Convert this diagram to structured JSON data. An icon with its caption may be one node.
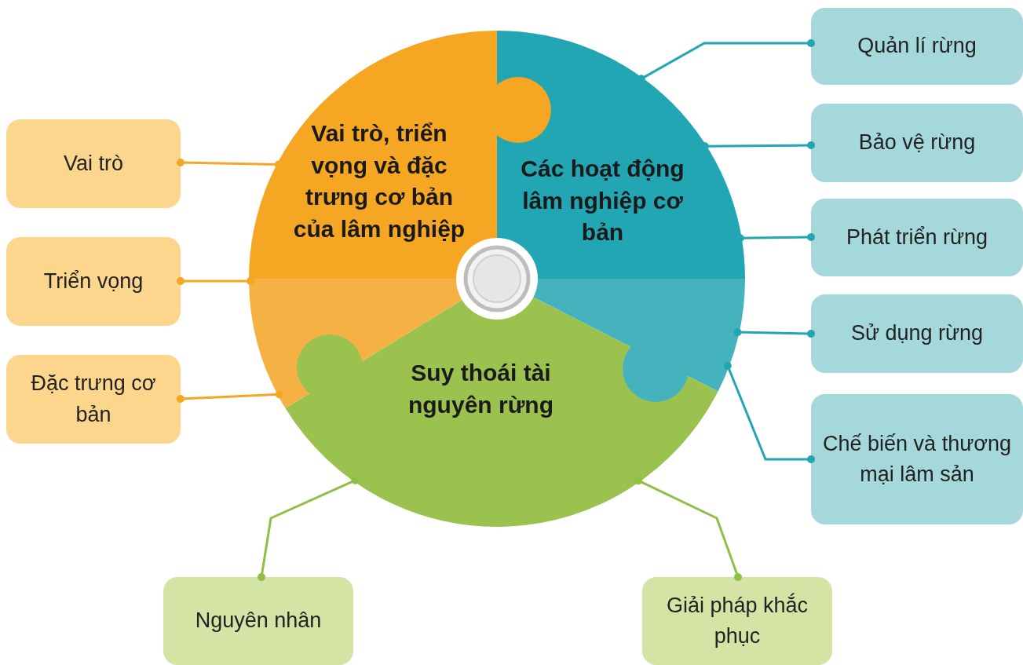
{
  "diagram": {
    "nodes": [
      {
        "text": [
          "Vai trò, triển vọng và đặc trưng cơ bản của lâm nghiệp"
        ]
      },
      {
        "text": [
          "Các hoạt động lâm nghiệp cơ bản"
        ]
      },
      {
        "text": [
          "Suy thoái tài nguyên rừng"
        ]
      },
      {
        "text": [
          "Vai trò"
        ]
      },
      {
        "text": [
          "Triển vọng"
        ]
      },
      {
        "text": [
          "Đặc trưng cơ bản"
        ]
      },
      {
        "text": [
          "Quản lí rừng"
        ]
      },
      {
        "text": [
          "Bảo vệ rừng"
        ]
      },
      {
        "text": [
          "Phát triển rừng"
        ]
      },
      {
        "text": [
          "Sử dụng rừng"
        ]
      },
      {
        "text": [
          "Chế biến và thương mại lâm sản"
        ]
      },
      {
        "text": [
          "Nguyên nhân"
        ]
      },
      {
        "text": [
          "Giải pháp khắc phục"
        ]
      }
    ],
    "edges": [
      {
        "from": 0,
        "to": 3,
        "arrow": "other",
        "color": "#f5a623"
      },
      {
        "from": 0,
        "to": 4,
        "arrow": "other",
        "color": "#f5a623"
      },
      {
        "from": 0,
        "to": 5,
        "arrow": "other",
        "color": "#f5a623"
      },
      {
        "from": 1,
        "to": 6,
        "arrow": "other"
      },
      {
        "from": 1,
        "to": 7,
        "arrow": "other"
      },
      {
        "from": 1,
        "to": 8,
        "arrow": "other"
      },
      {
        "from": 1,
        "to": 9,
        "arrow": "other"
      },
      {
        "from": 1,
        "to": 10,
        "arrow": "other"
      },
      {
        "from": 2,
        "to": 11,
        "arrow": "other",
        "color": "#8fbf45"
      },
      {
        "from": 2,
        "to": 12,
        "arrow": "other",
        "color": "#8fbf45"
      }
    ]
  }
}
